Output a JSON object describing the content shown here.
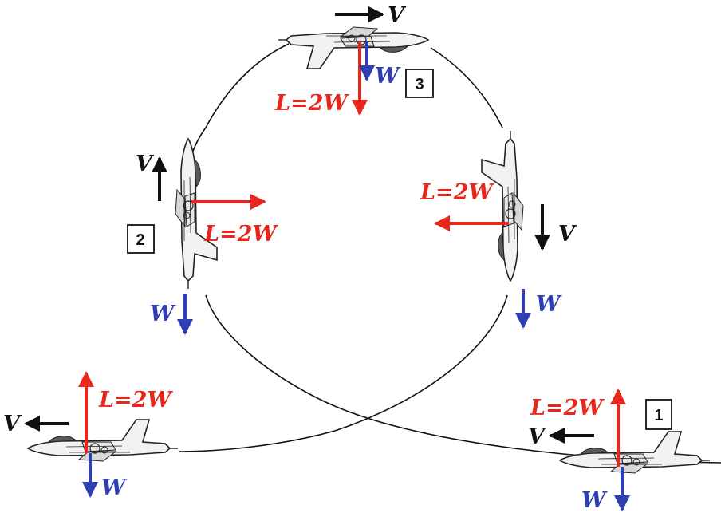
{
  "colors": {
    "lift": "#e8261c",
    "weight": "#2e3fb4",
    "velocity": "#111111",
    "path": "#111111",
    "aircraft_fill": "#f2f2f2",
    "aircraft_stroke": "#222222"
  },
  "icons": {
    "aircraft": "jet-aircraft-icon",
    "marker_box": "numbered-box"
  },
  "labels": {
    "lift": "L=2W",
    "weight": "W",
    "velocity": "V"
  },
  "markers": {
    "one": "1",
    "two": "2",
    "three": "3"
  }
}
